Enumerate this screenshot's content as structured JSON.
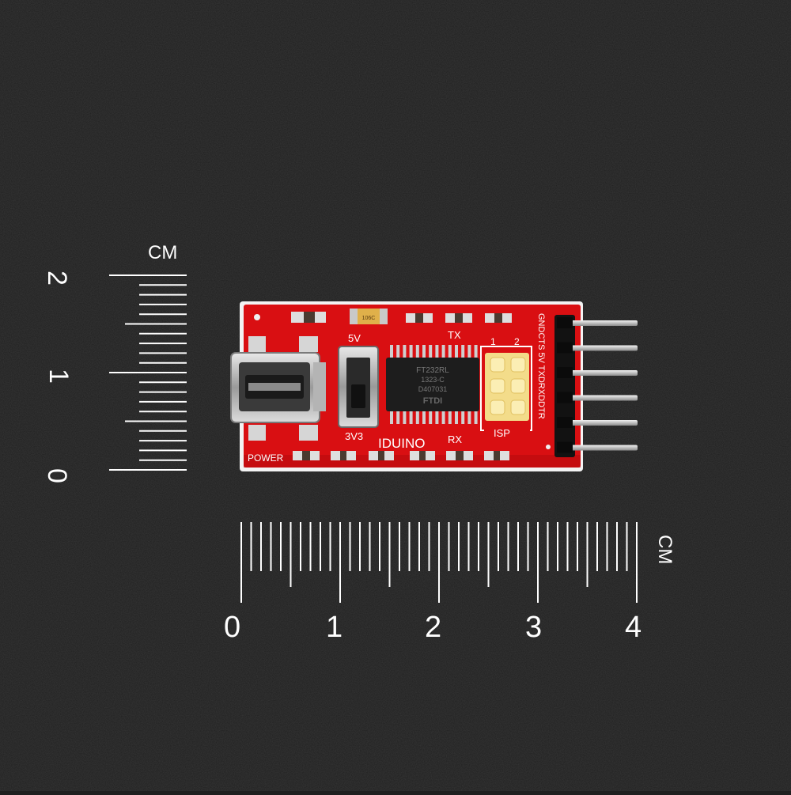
{
  "background_color": "#1f1f1f",
  "board": {
    "color": "#d90f12",
    "labels": {
      "power": "POWER",
      "v5": "5V",
      "v3v3": "3V3",
      "tx": "TX",
      "rx": "RX",
      "isp": "ISP",
      "isp_col_1": "1",
      "isp_col_2": "2",
      "brand": "IDUINO",
      "pin_labels": "GNDCTS 5V TXDRXDDTR"
    },
    "chip_text": {
      "line1": "FT232RL",
      "line2": "1323-C",
      "line3": "D407031",
      "line4": "FTDI"
    },
    "tantalum_text": "106C"
  },
  "ruler_vertical": {
    "unit": "CM",
    "numbers": [
      "2",
      "1",
      "0"
    ]
  },
  "ruler_horizontal": {
    "unit": "CM",
    "numbers": [
      "0",
      "1",
      "2",
      "3",
      "4"
    ]
  }
}
